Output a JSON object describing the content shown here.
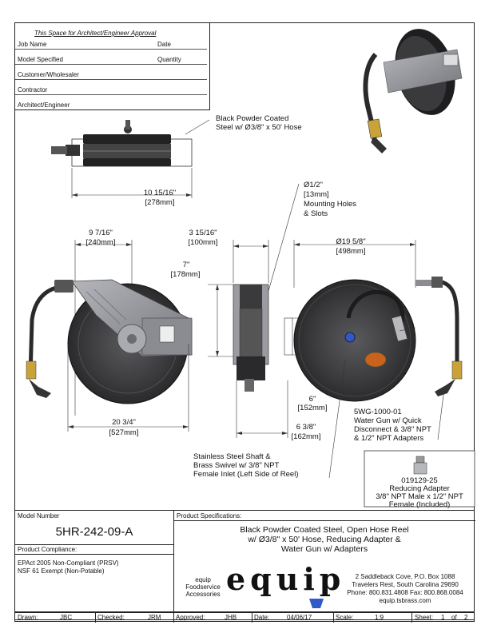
{
  "approval": {
    "heading": "This Space for Architect/Engineer Approval",
    "job_name": "Job Name",
    "date": "Date",
    "model_specified": "Model Specified",
    "quantity": "Quantity",
    "customer": "Customer/Wholesaler",
    "contractor": "Contractor",
    "architect": "Architect/Engineer"
  },
  "callouts": {
    "finish_line1": "Black Powder Coated",
    "finish_line2": "Steel w/ Ø3/8\" x 50' Hose",
    "holes_line1": "Ø1/2\"",
    "holes_line2": "[13mm]",
    "holes_line3": "Mounting Holes",
    "holes_line4": "& Slots",
    "shaft_line1": "Stainless Steel Shaft &",
    "shaft_line2": "Brass Swivel w/ 3/8\" NPT",
    "shaft_line3": "Female Inlet (Left Side of Reel)",
    "gun_line1": "5WG-1000-01",
    "gun_line2": "Water Gun w/ Quick",
    "gun_line3": "Disconnect & 3/8\" NPT",
    "gun_line4": "& 1/2\" NPT Adapters",
    "adapter_line1": "019129-25",
    "adapter_line2": "Reducing Adapter",
    "adapter_line3": "3/8\" NPT Male x 1/2\" NPT",
    "adapter_line4": "Female (Included)"
  },
  "dimensions": {
    "top_depth_in": "10 15/16\"",
    "top_depth_mm": "[278mm]",
    "front_half_in": "9 7/16\"",
    "front_half_mm": "[240mm]",
    "front_width_in": "20 3/4\"",
    "front_width_mm": "[527mm]",
    "side_width_in": "3 15/16\"",
    "side_width_mm": "[100mm]",
    "side_height_in": "7\"",
    "side_height_mm": "[178mm]",
    "side_low_in": "6\"",
    "side_low_mm": "[152mm]",
    "side_base_in": "6 3/8\"",
    "side_base_mm": "[162mm]",
    "drum_dia_in": "Ø19 5/8\"",
    "drum_dia_mm": "[498mm]"
  },
  "title_block": {
    "model_number_label": "Model Number",
    "model_number": "5HR-242-09-A",
    "compliance_label": "Product Compliance:",
    "compliance_line1": "EPAct 2005 Non-Compliant (PRSV)",
    "compliance_line2": "NSF 61 Exempt (Non-Potable)",
    "specs_label": "Product Specifications:",
    "specs_line1": "Black Powder Coated Steel, Open Hose Reel",
    "specs_line2": "w/ Ø3/8\" x 50' Hose, Reducing Adapter &",
    "specs_line3": "Water Gun w/ Adapters",
    "brand_small_line1": "equip",
    "brand_small_line2": "Foodservice",
    "brand_small_line3": "Accessories",
    "logo_text": "equip",
    "address_line1": "2 Saddleback Cove, P.O. Box 1088",
    "address_line2": "Travelers Rest, South Carolina 29690",
    "address_line3": "Phone: 800.831.4808  Fax: 800.868.0084",
    "address_line4": "equip.tsbrass.com"
  },
  "footer": {
    "drawn_label": "Drawn:",
    "drawn": "JBC",
    "checked_label": "Checked:",
    "checked": "JRM",
    "approved_label": "Approved:",
    "approved": "JHB",
    "date_label": "Date:",
    "date": "04/06/17",
    "scale_label": "Scale:",
    "scale": "1:9",
    "sheet_label": "Sheet:",
    "sheet": "1",
    "of_label": "of",
    "sheet_total": "2"
  },
  "colors": {
    "drum": "#3a3a3c",
    "bracket": "#8a8c92",
    "hose": "#2a2a2a",
    "brass": "#c9a23a",
    "accent_blue": "#2f59c9",
    "orange_label": "#c8621c"
  }
}
